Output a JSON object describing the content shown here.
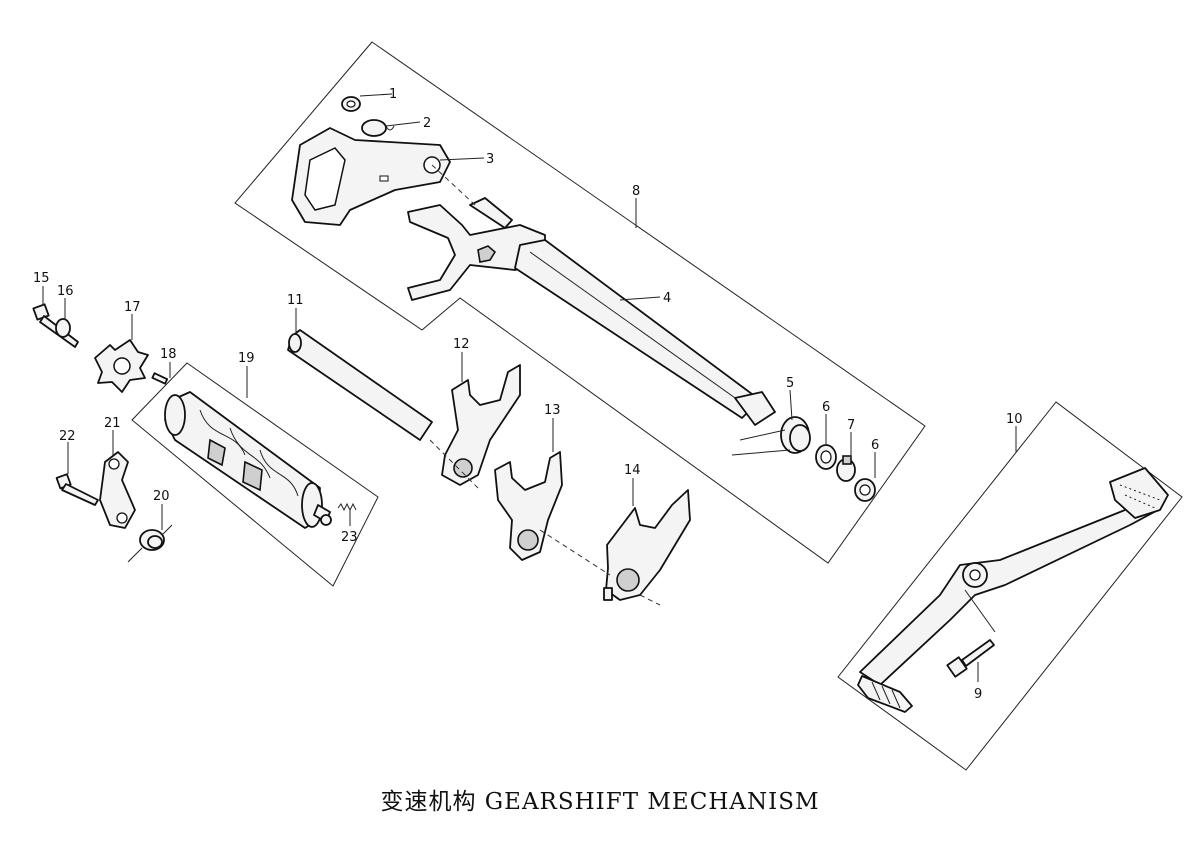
{
  "caption": "变速机构 GEARSHIFT MECHANISM",
  "callouts": [
    "1",
    "2",
    "3",
    "4",
    "5",
    "6",
    "6",
    "7",
    "8",
    "9",
    "10",
    "11",
    "12",
    "13",
    "14",
    "15",
    "16",
    "17",
    "18",
    "19",
    "20",
    "21",
    "22",
    "23"
  ]
}
